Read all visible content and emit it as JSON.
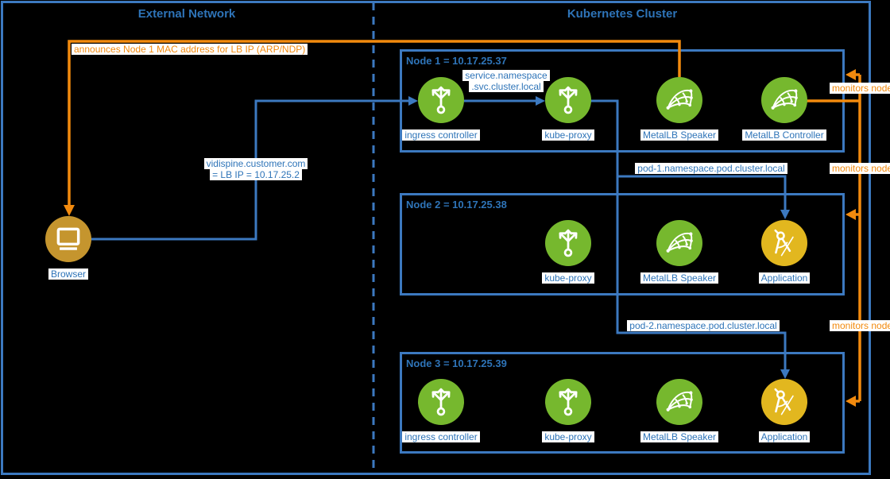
{
  "regions": {
    "external": {
      "title": "External Network"
    },
    "cluster": {
      "title": "Kubernetes Cluster"
    }
  },
  "browser": {
    "label": "Browser",
    "icon": "monitor-icon"
  },
  "nodes": [
    {
      "title": "Node 1 = 10.17.25.37",
      "components": [
        {
          "label": "ingress controller",
          "icon": "share-icon"
        },
        {
          "label": "kube-proxy",
          "icon": "share-icon"
        },
        {
          "label": "MetalLB Speaker",
          "icon": "metallb-icon"
        },
        {
          "label": "MetalLB Controller",
          "icon": "metallb-icon"
        }
      ]
    },
    {
      "title": "Node 2 = 10.17.25.38",
      "components": [
        {
          "label": "kube-proxy",
          "icon": "share-icon"
        },
        {
          "label": "MetalLB Speaker",
          "icon": "metallb-icon"
        },
        {
          "label": "Application",
          "icon": "compass-icon"
        }
      ]
    },
    {
      "title": "Node 3 = 10.17.25.39",
      "components": [
        {
          "label": "ingress controller",
          "icon": "share-icon"
        },
        {
          "label": "kube-proxy",
          "icon": "share-icon"
        },
        {
          "label": "MetalLB Speaker",
          "icon": "metallb-icon"
        },
        {
          "label": "Application",
          "icon": "compass-icon"
        }
      ]
    }
  ],
  "edge_labels": {
    "announce": "announces Node 1 MAC address for LB IP (ARP/NDP)",
    "vidispine_line1": "vidispine.customer.com",
    "vidispine_line2": "= LB IP = 10.17.25.2",
    "service_line1": "service.namespace",
    "service_line2": ".svc.cluster.local",
    "pod1": "pod-1.namespace.pod.cluster.local",
    "pod2": "pod-2.namespace.pod.cluster.local",
    "monitors_1": "monitors node",
    "monitors_2": "monitors node",
    "monitors_3": "monitors node"
  },
  "colors": {
    "background": "#000000",
    "line_blue": "#3c79c0",
    "text_blue": "#2e74b8",
    "orange": "#f28a0e",
    "component_green": "#76b82e",
    "application_gold": "#e2b71f",
    "browser_gold": "#c5952e",
    "label_background": "#ffffff"
  }
}
